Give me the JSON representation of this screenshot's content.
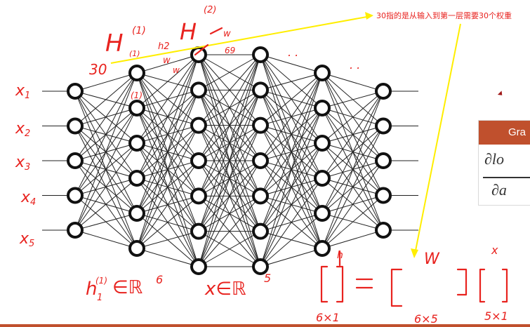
{
  "annotation": {
    "note": "30指的是从输入到第一层需要30个权重",
    "arrow_color": "#ffff00",
    "ink_color": "#e8231f"
  },
  "network": {
    "layers": [
      5,
      6,
      7,
      7,
      6,
      5
    ],
    "node_color": "#111111",
    "edge_color": "#222222"
  },
  "handwriting": {
    "inputs": [
      "x1",
      "x2",
      "x3",
      "x4",
      "x5"
    ],
    "top_labels": [
      "H",
      "(1)",
      "H",
      "(2)"
    ],
    "weight_count": "30",
    "small_labels": [
      "(1)",
      "h2",
      "w",
      "w",
      "w",
      "h1"
    ],
    "dots": ". . . .",
    "membership_1": "h1(1) ∈ ℝ6",
    "membership_2": "x ∈ ℝ5",
    "equation_labels": {
      "h": "h",
      "w": "W",
      "x": "x"
    },
    "dims": [
      "6×1",
      "6×5",
      "5×1"
    ]
  },
  "side_panel": {
    "header": "Gra",
    "numerator": "∂lo",
    "denominator": "∂a",
    "header_color": "#c0502d"
  }
}
